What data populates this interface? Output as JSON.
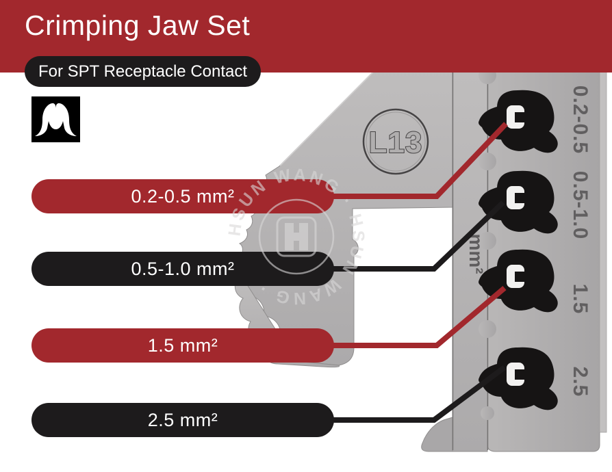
{
  "header": {
    "title": "Crimping Jaw Set",
    "subtitle": "For SPT Receptacle Contact"
  },
  "colors": {
    "banner_red": "#a2282d",
    "label_red": "#a2282d",
    "label_black": "#1d1b1c",
    "metal_gray": "#b5b3b3",
    "cavity_black": "#161414"
  },
  "labels": [
    {
      "text": "0.2-0.5 mm²",
      "color": "#a2282d"
    },
    {
      "text": "0.5-1.0 mm²",
      "color": "#1d1b1c"
    },
    {
      "text": "1.5 mm²",
      "color": "#a2282d"
    },
    {
      "text": "2.5 mm²",
      "color": "#1d1b1c"
    }
  ],
  "jaw": {
    "stamp": "L13",
    "unit_engraving": "mm²",
    "size_engravings": [
      "0.2-0.5",
      "0.5-1.0",
      "1.5",
      "2.5"
    ],
    "watermark_ring_text": "HSUN WANG · HSUN WANG ·"
  }
}
